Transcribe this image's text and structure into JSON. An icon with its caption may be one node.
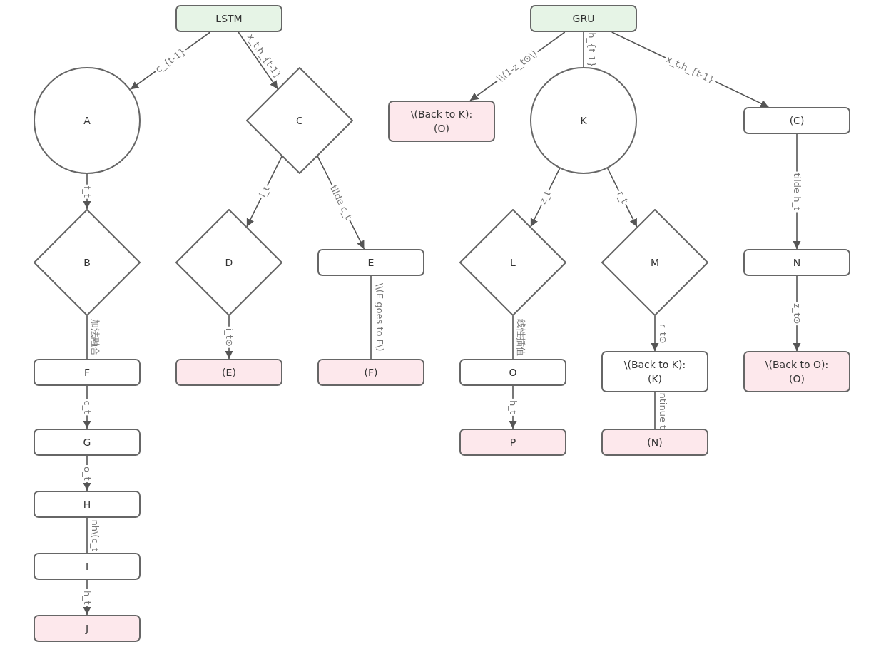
{
  "diagram": {
    "nodes": [
      {
        "text": [
          "LSTM"
        ]
      },
      {
        "text": [
          "A"
        ]
      },
      {
        "text": [
          "C"
        ]
      },
      {
        "text": [
          "B"
        ]
      },
      {
        "text": [
          "D"
        ]
      },
      {
        "text": [
          "E"
        ]
      },
      {
        "text": [
          "F"
        ]
      },
      {
        "text": [
          "(E)"
        ]
      },
      {
        "text": [
          "(F)"
        ]
      },
      {
        "text": [
          "G"
        ]
      },
      {
        "text": [
          "H"
        ]
      },
      {
        "text": [
          "I"
        ]
      },
      {
        "text": [
          "J"
        ]
      },
      {
        "text": [
          "GRU"
        ]
      },
      {
        "text": [
          "\\(Back to K): (O)"
        ]
      },
      {
        "text": [
          "K"
        ]
      },
      {
        "text": [
          "(C)"
        ]
      },
      {
        "text": [
          "L"
        ]
      },
      {
        "text": [
          "M"
        ]
      },
      {
        "text": [
          "N"
        ]
      },
      {
        "text": [
          "O"
        ]
      },
      {
        "text": [
          "\\(Back to K): (K)"
        ]
      },
      {
        "text": [
          "\\(Back to O): (O)"
        ]
      },
      {
        "text": [
          "P"
        ]
      },
      {
        "text": [
          "(N)"
        ]
      }
    ],
    "edges": [
      {
        "from": 0,
        "to": 1,
        "arrow": "to",
        "label": "c_{t-1}"
      },
      {
        "from": 0,
        "to": 2,
        "arrow": "to",
        "label": "x_t,h_{t-1}"
      },
      {
        "from": 1,
        "to": 3,
        "arrow": "to",
        "label": "f_t"
      },
      {
        "from": 2,
        "to": 4,
        "arrow": "to",
        "label": "i_t"
      },
      {
        "from": 2,
        "to": 5,
        "arrow": "to",
        "label": "tilde c_t"
      },
      {
        "from": 3,
        "to": 6,
        "arrow": "none",
        "label": "加法融合"
      },
      {
        "from": 4,
        "to": 7,
        "arrow": "to",
        "label": "i_t⊙"
      },
      {
        "from": 5,
        "to": 8,
        "arrow": "none",
        "label": "\\\\(E goes to F\\)"
      },
      {
        "from": 6,
        "to": 9,
        "arrow": "to",
        "label": "c_t"
      },
      {
        "from": 9,
        "to": 10,
        "arrow": "to",
        "label": "o_t"
      },
      {
        "from": 10,
        "to": 11,
        "arrow": "none",
        "label": "nh\\(c_t"
      },
      {
        "from": 11,
        "to": 12,
        "arrow": "to",
        "label": "h_t"
      },
      {
        "from": 13,
        "to": 14,
        "arrow": "to",
        "label": "\\\\(1-z_t⊙\\)"
      },
      {
        "from": 13,
        "to": 15,
        "arrow": "none",
        "label": "h_{t-1}"
      },
      {
        "from": 13,
        "to": 16,
        "arrow": "to",
        "label": "x_t,h_{t-1}"
      },
      {
        "from": 15,
        "to": 17,
        "arrow": "to",
        "label": "z_t"
      },
      {
        "from": 15,
        "to": 18,
        "arrow": "to",
        "label": "r_t"
      },
      {
        "from": 16,
        "to": 19,
        "arrow": "to",
        "label": "tilde h_t"
      },
      {
        "from": 17,
        "to": 20,
        "arrow": "none",
        "label": "线性插值"
      },
      {
        "from": 18,
        "to": 21,
        "arrow": "to",
        "label": "r_t⊙"
      },
      {
        "from": 19,
        "to": 22,
        "arrow": "to",
        "label": "z_t⊙"
      },
      {
        "from": 20,
        "to": 23,
        "arrow": "to",
        "label": "h_t"
      },
      {
        "from": 21,
        "to": 24,
        "arrow": "none",
        "label": "ntinue t"
      }
    ]
  }
}
